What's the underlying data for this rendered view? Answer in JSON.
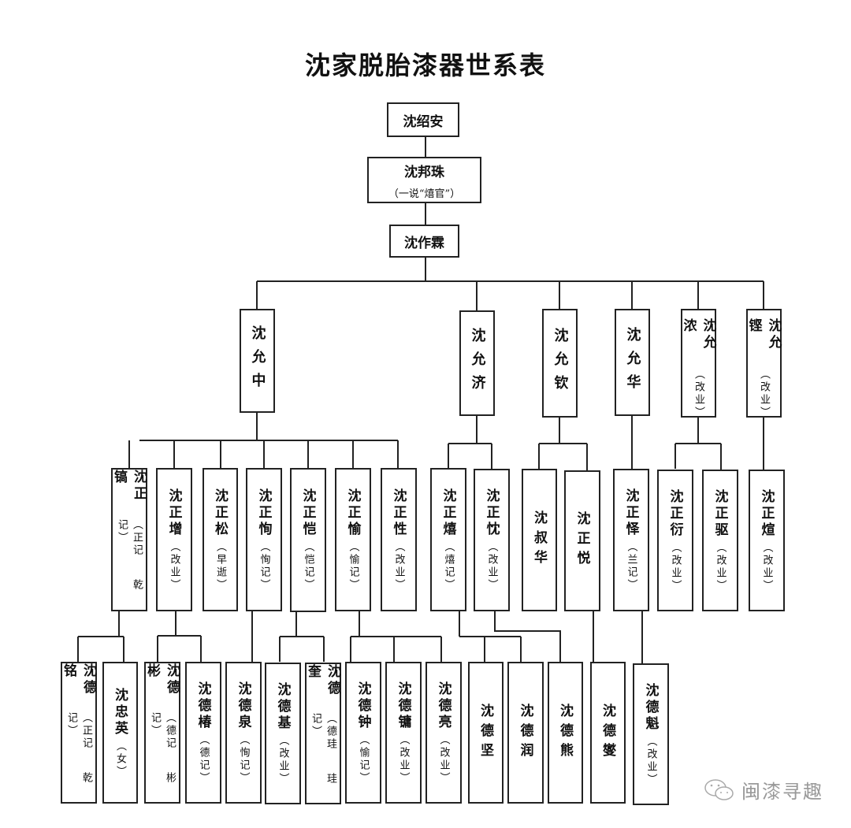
{
  "title": "沈家脱胎漆器世系表",
  "gen1": [
    {
      "name": "沈绍安"
    }
  ],
  "gen2": [
    {
      "name": "沈邦珠",
      "note": "（一说“熺官”）"
    }
  ],
  "gen3": [
    {
      "name": "沈作霖"
    }
  ],
  "gen4": [
    {
      "name": "沈允中"
    },
    {
      "name": "沈允济"
    },
    {
      "name": "沈允钦"
    },
    {
      "name": "沈允华"
    },
    {
      "name": "沈允浓",
      "note": "（改业）"
    },
    {
      "name": "沈允铿",
      "note": "（改业）"
    }
  ],
  "gen5": [
    {
      "name": "沈正镐",
      "note": "（正记 乾记）"
    },
    {
      "name": "沈正增",
      "note": "（改业）"
    },
    {
      "name": "沈正松",
      "note": "（早逝）"
    },
    {
      "name": "沈正恂",
      "note": "（恂记）"
    },
    {
      "name": "沈正恺",
      "note": "（恺记）"
    },
    {
      "name": "沈正愉",
      "note": "（愉记）"
    },
    {
      "name": "沈正性",
      "note": "（改业）"
    },
    {
      "name": "沈正熺",
      "note": "（熺记）"
    },
    {
      "name": "沈正忱",
      "note": "（改业）"
    },
    {
      "name": "沈叔华"
    },
    {
      "name": "沈正悦"
    },
    {
      "name": "沈正怿",
      "note": "（兰记）"
    },
    {
      "name": "沈正衍",
      "note": "（改业）"
    },
    {
      "name": "沈正驱",
      "note": "（改业）"
    },
    {
      "name": "沈正煊",
      "note": "（改业）"
    }
  ],
  "gen6": [
    {
      "name": "沈德铭",
      "note": "（正记 乾记）"
    },
    {
      "name": "沈忠英",
      "note": "（女）"
    },
    {
      "name": "沈德彬",
      "note": "（德记 彬记）"
    },
    {
      "name": "沈德椿",
      "note": "（德记）"
    },
    {
      "name": "沈德泉",
      "note": "（恂记）"
    },
    {
      "name": "沈德基",
      "note": "（改业）"
    },
    {
      "name": "沈德奎",
      "note": "（德珪 珪记）"
    },
    {
      "name": "沈德钟",
      "note": "（愉记）"
    },
    {
      "name": "沈德镛",
      "note": "（改业）"
    },
    {
      "name": "沈德亮",
      "note": "（改业）"
    },
    {
      "name": "沈德坚"
    },
    {
      "name": "沈德润"
    },
    {
      "name": "沈德熊"
    },
    {
      "name": "沈德燮"
    },
    {
      "name": "沈德魁",
      "note": "（改业）"
    }
  ],
  "watermark": {
    "text": "闽漆寻趣",
    "icon": "wechat-icon"
  },
  "colors": {
    "line": "#222222",
    "watermark": "#999999"
  }
}
